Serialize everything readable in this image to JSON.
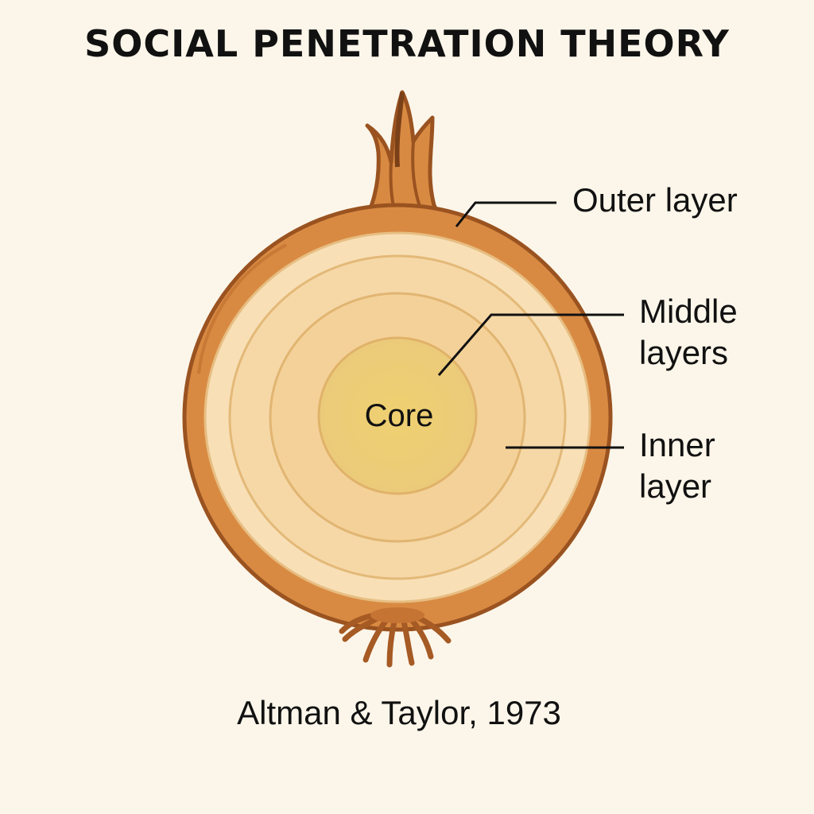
{
  "title": "SOCIAL PENETRATION THEORY",
  "layers": {
    "outer": "Outer layer",
    "middle": {
      "line1": "Middle",
      "line2": "layers"
    },
    "inner": {
      "line1": "Inner",
      "line2": "layer"
    },
    "core": "Core"
  },
  "citation": "Altman & Taylor, 1973",
  "colors": {
    "background": "#FCF6EA",
    "skin": "#D98A42",
    "skin_outline": "#9A5320",
    "flesh": "#F7DDB2",
    "ring_line": "#E0B577",
    "core": "#EFD27A",
    "text": "#111111"
  }
}
